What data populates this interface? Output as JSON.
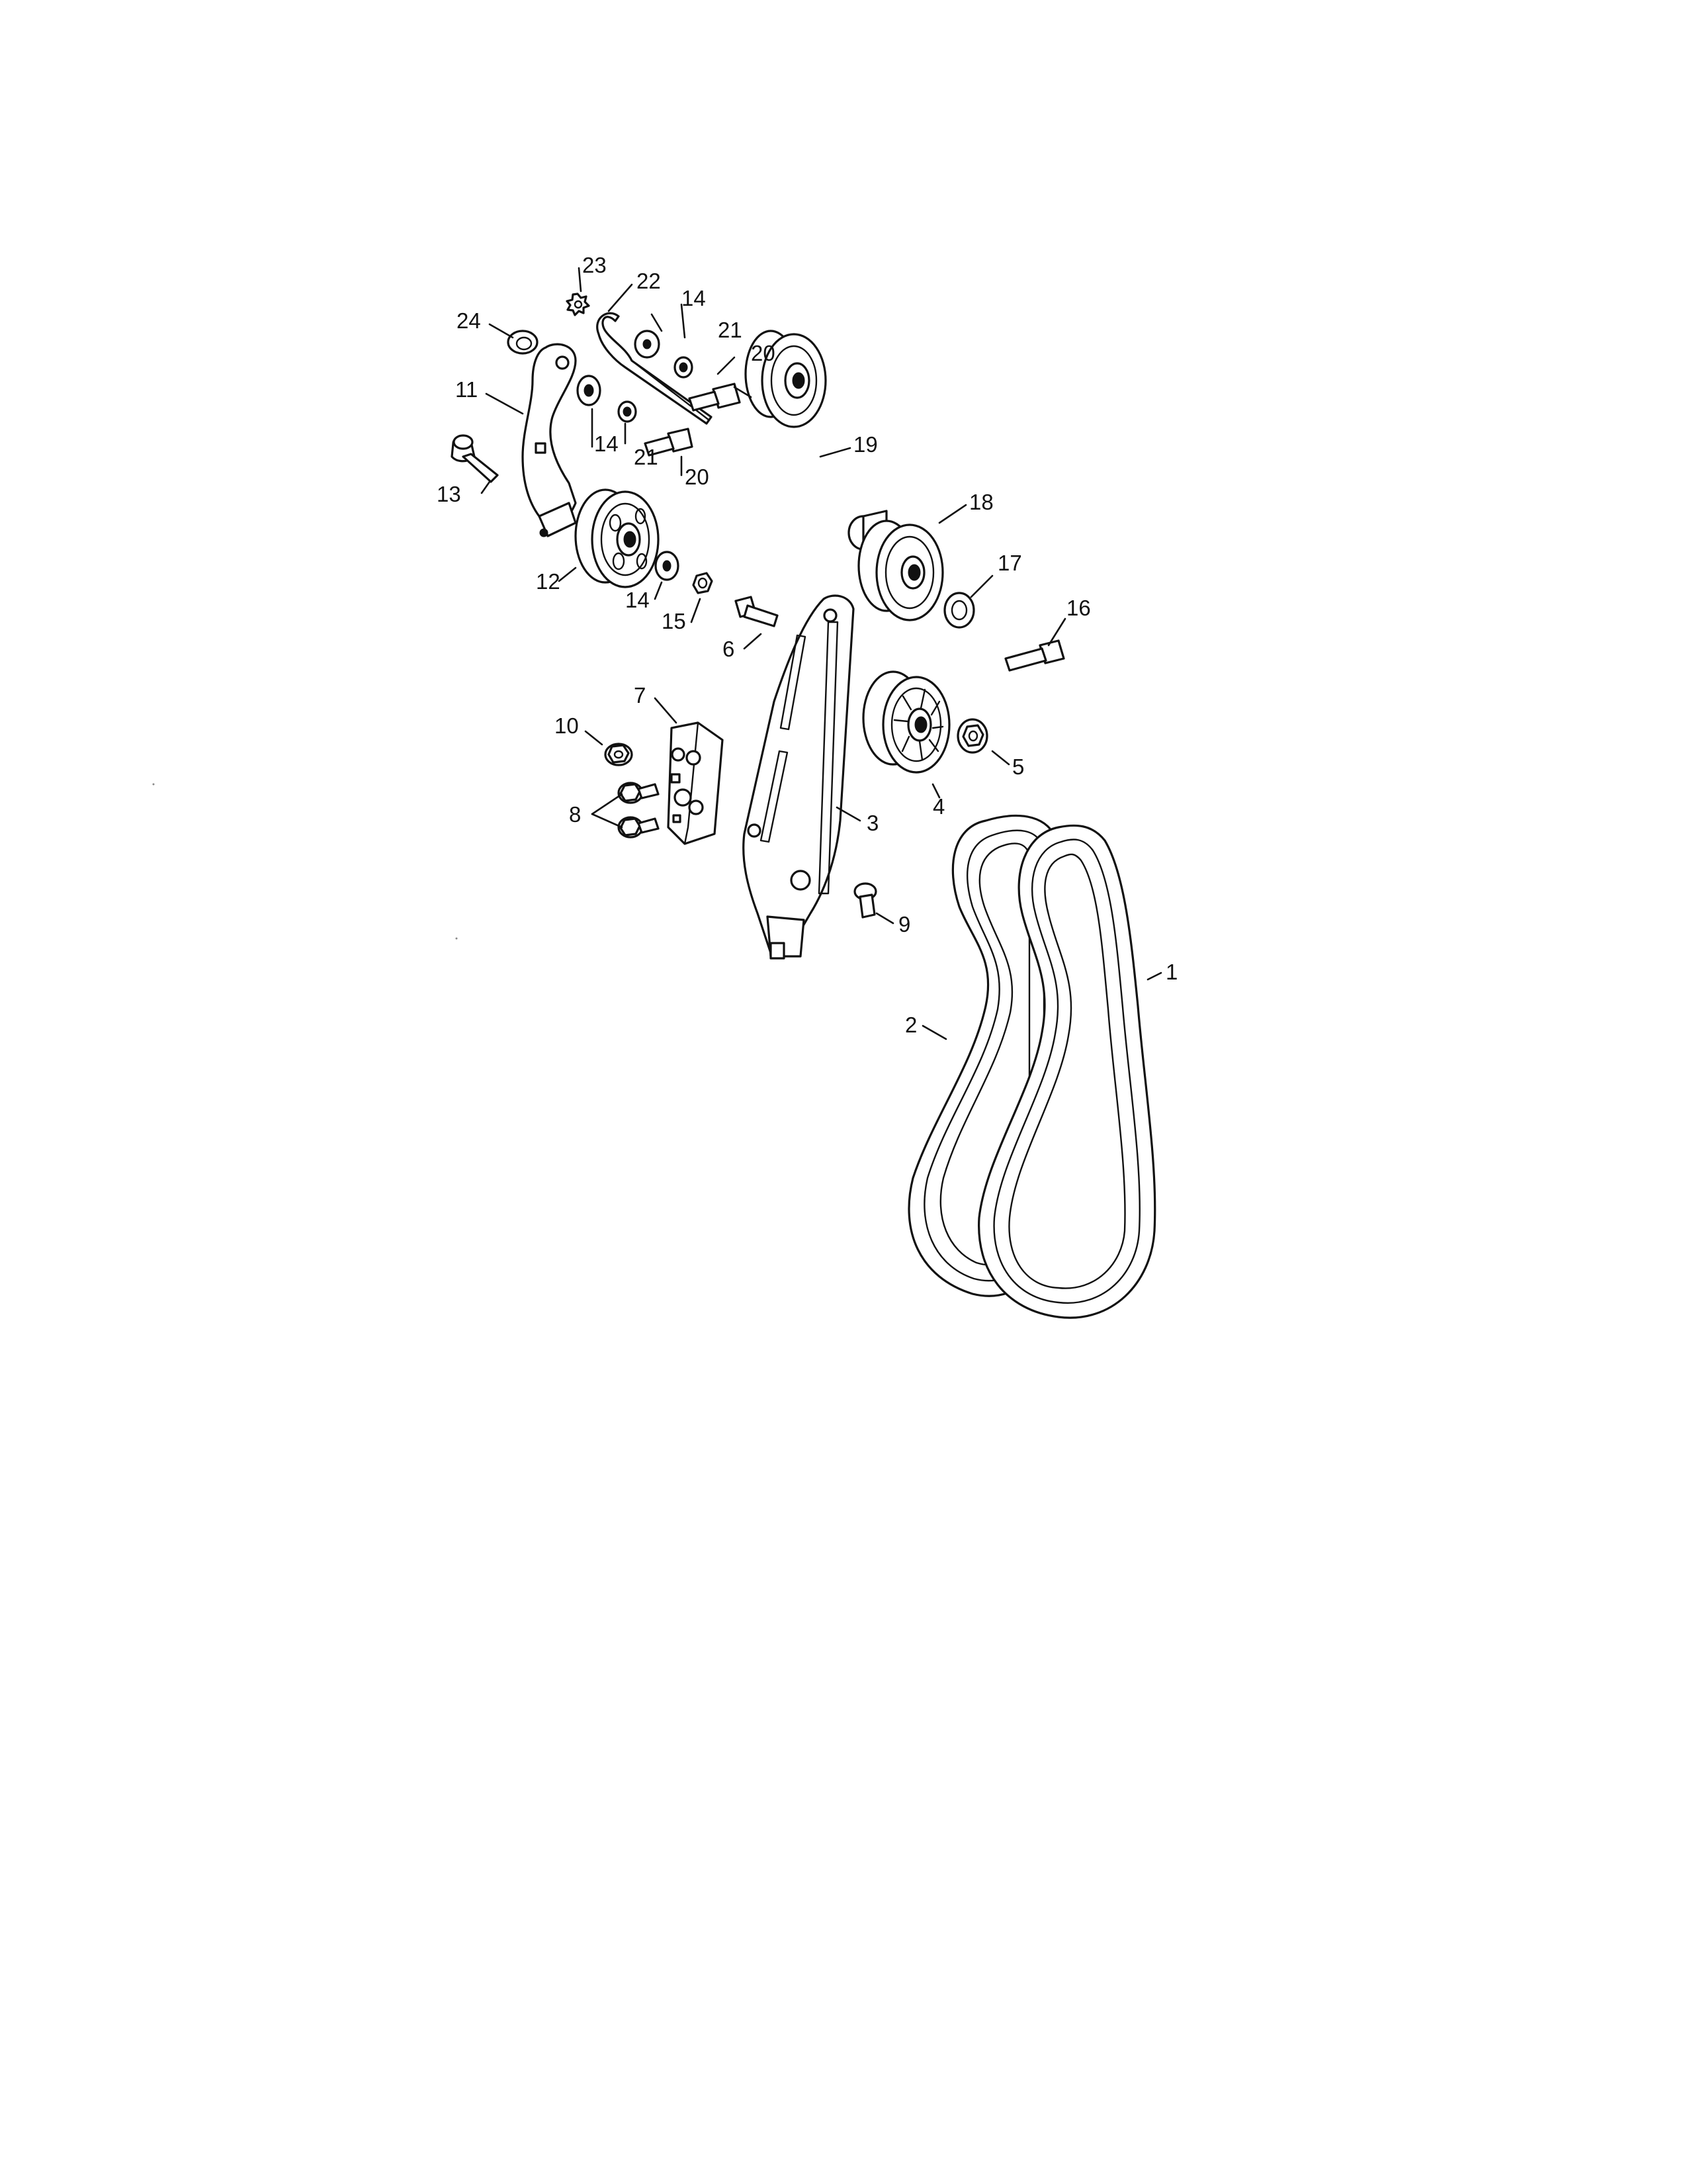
{
  "diagram": {
    "type": "exploded parts diagram",
    "callouts": {
      "c1": "1",
      "c2": "2",
      "c3": "3",
      "c4": "4",
      "c5": "5",
      "c6": "6",
      "c7": "7",
      "c8": "8",
      "c9": "9",
      "c10": "10",
      "c11": "11",
      "c12": "12",
      "c13": "13",
      "c14a": "14",
      "c14b": "14",
      "c14c": "14",
      "c15": "15",
      "c16": "16",
      "c17": "17",
      "c18": "18",
      "c19": "19",
      "c20a": "20",
      "c20b": "20",
      "c21a": "21",
      "c21b": "21",
      "c22": "22",
      "c23": "23",
      "c24": "24"
    }
  }
}
